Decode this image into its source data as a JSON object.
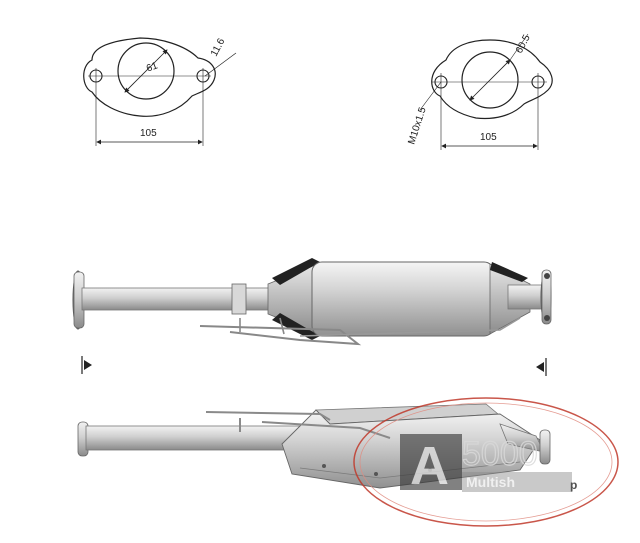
{
  "flange_left": {
    "diameter_label": "61",
    "hole_label": "11.6",
    "width_label": "105"
  },
  "flange_right": {
    "diameter_label": "60.5",
    "thread_label": "M10x1.5",
    "width_label": "105"
  },
  "watermark": {
    "number": "5000",
    "letter": "A",
    "brand": "Multish",
    "brand_suffix": "p",
    "colors": {
      "ring": "#c0392b",
      "block": "#222222",
      "text": "#cfcfcf"
    }
  },
  "icons": {
    "length_start": "left-end-marker-icon",
    "length_end": "right-end-marker-icon"
  }
}
